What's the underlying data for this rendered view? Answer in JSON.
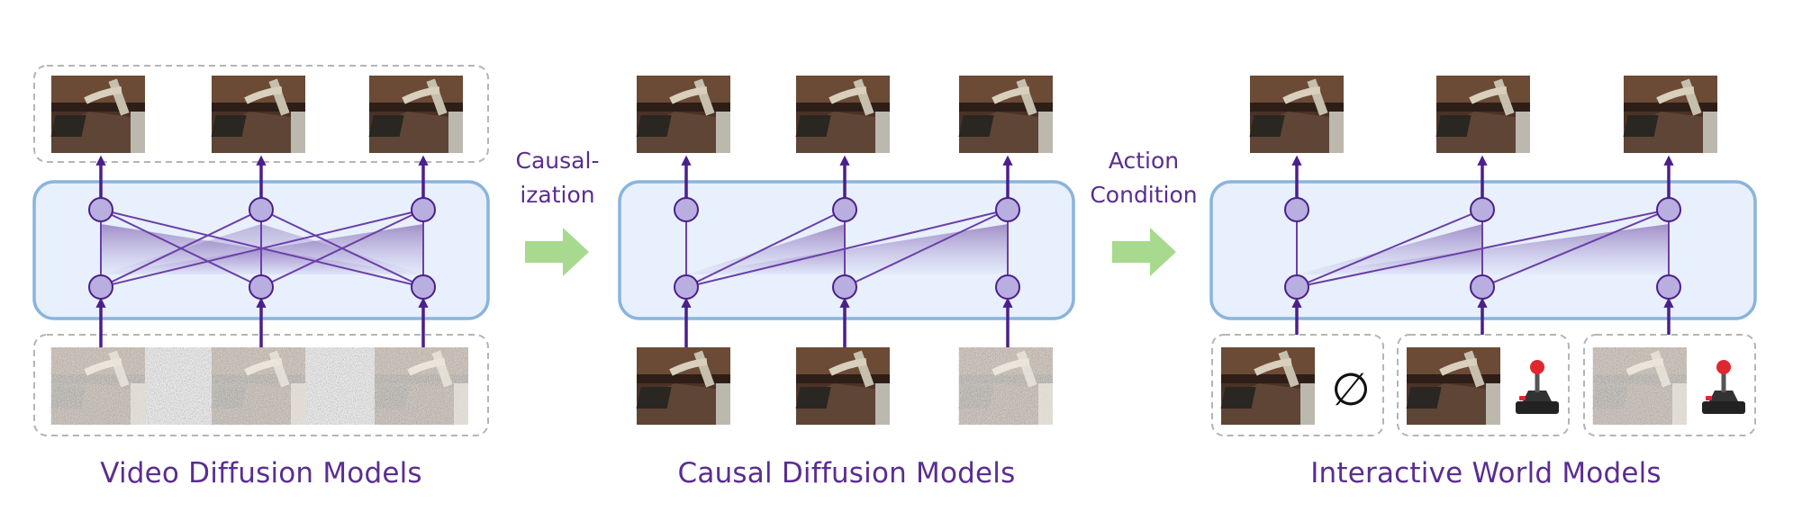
{
  "panels": [
    {
      "id": "video",
      "title": "Video Diffusion Models",
      "input_type": "noisy",
      "attention": "full"
    },
    {
      "id": "causal",
      "title": "Causal Diffusion Models",
      "input_type": "mixed",
      "attention": "causal"
    },
    {
      "id": "interactive",
      "title": "Interactive World Models",
      "input_type": "action",
      "attention": "causal"
    }
  ],
  "transitions": [
    {
      "lines": [
        "Causal-",
        "ization"
      ]
    },
    {
      "lines": [
        "Action",
        "Condition"
      ]
    }
  ],
  "null_action_symbol": "∅",
  "colors": {
    "title_text": "#5a2d91",
    "arrow_purple": "#4b1f8c",
    "node_fill": "#b9aee0",
    "block_fill": "#e7f0fc",
    "block_stroke": "#8ab4dc",
    "transition_arrow": "#a7d98e",
    "dashed_box": "#b5b5b5"
  },
  "icons": [
    "robot-arm-frame-image",
    "noisy-frame-image",
    "joystick-icon",
    "null-action-icon"
  ]
}
